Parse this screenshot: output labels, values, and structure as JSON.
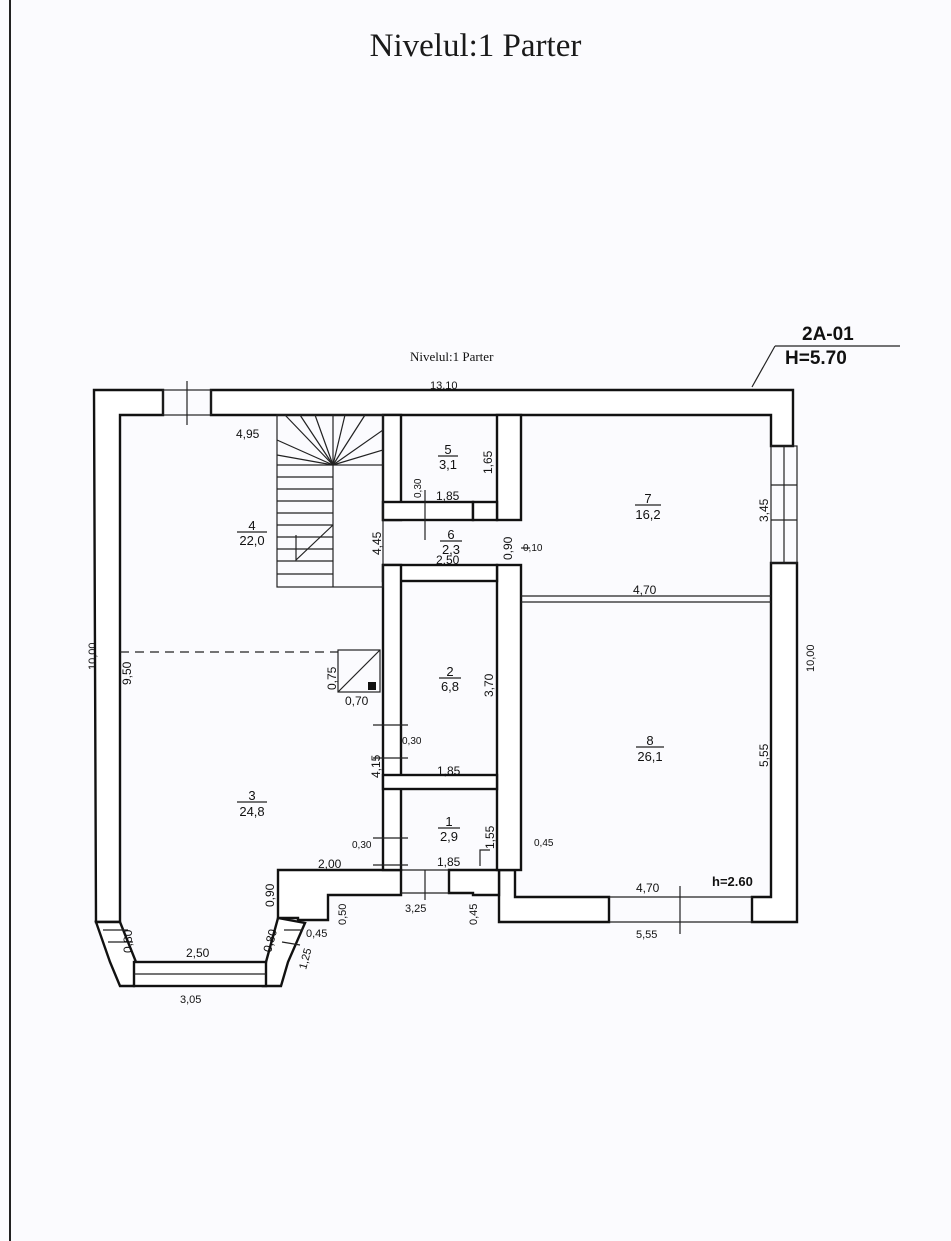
{
  "title": "Nivelul:1 Parter",
  "plan": {
    "subtitle": "Nivelul:1 Parter",
    "code": "2A-01",
    "height": "H=5.70",
    "room_height": "h=2.60"
  },
  "rooms": [
    {
      "id": "1",
      "area": "2,9"
    },
    {
      "id": "2",
      "area": "6,8"
    },
    {
      "id": "3",
      "area": "24,8"
    },
    {
      "id": "4",
      "area": "22,0"
    },
    {
      "id": "5",
      "area": "3,1"
    },
    {
      "id": "6",
      "area": "2,3"
    },
    {
      "id": "7",
      "area": "16,2"
    },
    {
      "id": "8",
      "area": "26,1"
    }
  ],
  "dims": {
    "top_total": "13,10",
    "d495": "4,95",
    "left_outer": "10,00",
    "left_inner": "9,50",
    "right_outer": "10,00",
    "d165": "1,65",
    "d030_a": "0,30",
    "d185_a": "1,85",
    "d445": "4,45",
    "d250_a": "2,50",
    "d090_a": "0,90",
    "d010": "0,10",
    "d345": "3,45",
    "d470_a": "4,70",
    "d075": "0,75",
    "d070": "0,70",
    "d370": "3,70",
    "d415": "4,15",
    "d030_b": "0,30",
    "d185_b": "1,85",
    "d555_a": "5,55",
    "d155": "1,55",
    "d030_c": "0,30",
    "d185_c": "1,85",
    "d045_a": "0,45",
    "d200": "2,00",
    "d090_b": "0,90",
    "d050": "0,50",
    "d325": "3,25",
    "d045_b": "0,45",
    "d470_b": "4,70",
    "d555_b": "5,55",
    "d080_a": "0,80",
    "d080_b": "0,80",
    "d045_c": "0,45",
    "d250_b": "2,50",
    "d125": "1,25",
    "d305": "3,05"
  }
}
